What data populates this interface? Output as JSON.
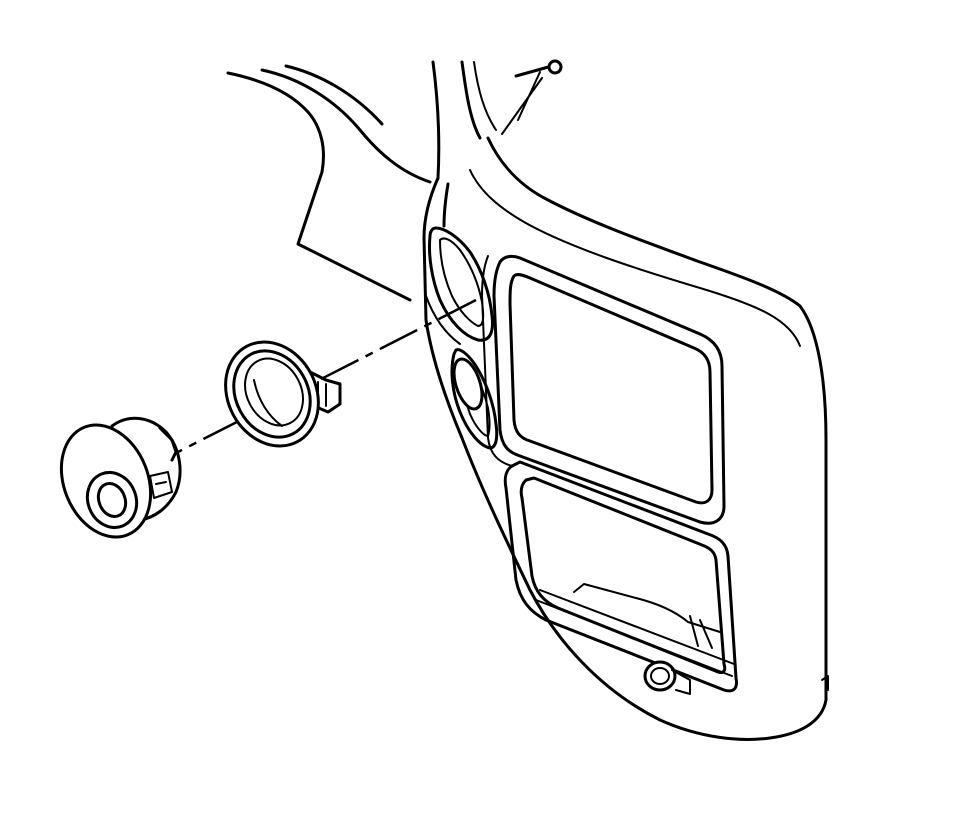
{
  "diagram": {
    "kind": "exploded-view line drawing",
    "colors": {
      "line": "#000000",
      "background": "#ffffff"
    },
    "parts": [
      {
        "name": "knob"
      },
      {
        "name": "bezel-ring"
      },
      {
        "name": "instrument-panel-trim"
      },
      {
        "name": "alignment-line"
      }
    ]
  }
}
